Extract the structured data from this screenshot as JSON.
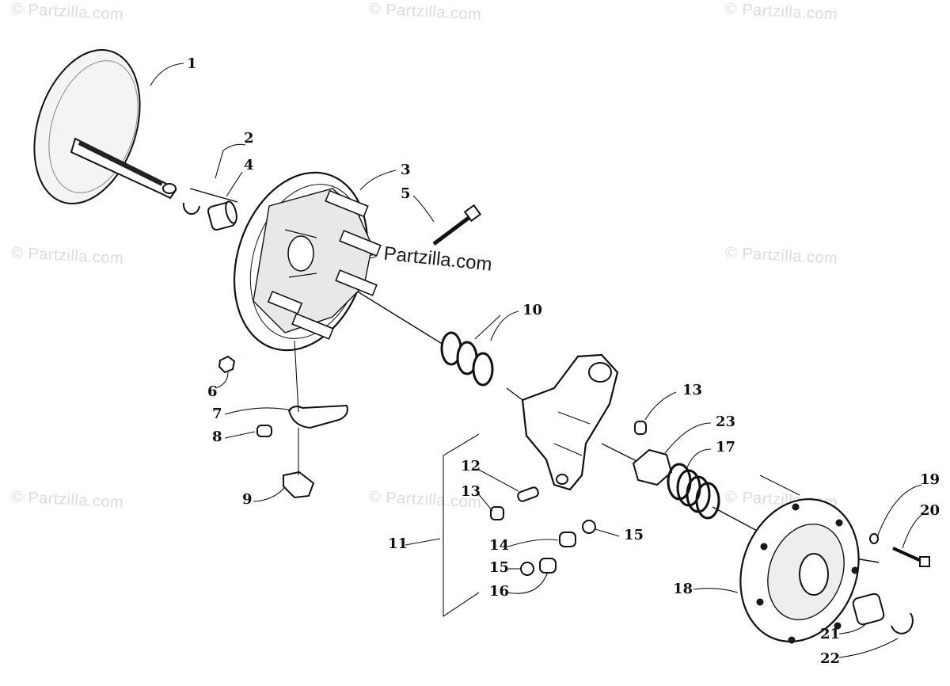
{
  "watermark": {
    "text": "© Partzilla.com",
    "center_text": "© Partzilla.com"
  },
  "callouts": [
    {
      "id": "c1",
      "label": "1"
    },
    {
      "id": "c2",
      "label": "2"
    },
    {
      "id": "c4",
      "label": "4"
    },
    {
      "id": "c3",
      "label": "3"
    },
    {
      "id": "c5",
      "label": "5"
    },
    {
      "id": "c10",
      "label": "10"
    },
    {
      "id": "c6",
      "label": "6"
    },
    {
      "id": "c7",
      "label": "7"
    },
    {
      "id": "c8",
      "label": "8"
    },
    {
      "id": "c9",
      "label": "9"
    },
    {
      "id": "c13a",
      "label": "13"
    },
    {
      "id": "c23",
      "label": "23"
    },
    {
      "id": "c17",
      "label": "17"
    },
    {
      "id": "c12",
      "label": "12"
    },
    {
      "id": "c13b",
      "label": "13"
    },
    {
      "id": "c11",
      "label": "11"
    },
    {
      "id": "c14",
      "label": "14"
    },
    {
      "id": "c15a",
      "label": "15"
    },
    {
      "id": "c15b",
      "label": "15"
    },
    {
      "id": "c16",
      "label": "16"
    },
    {
      "id": "c19",
      "label": "19"
    },
    {
      "id": "c20",
      "label": "20"
    },
    {
      "id": "c18",
      "label": "18"
    },
    {
      "id": "c21",
      "label": "21"
    },
    {
      "id": "c22",
      "label": "22"
    }
  ]
}
